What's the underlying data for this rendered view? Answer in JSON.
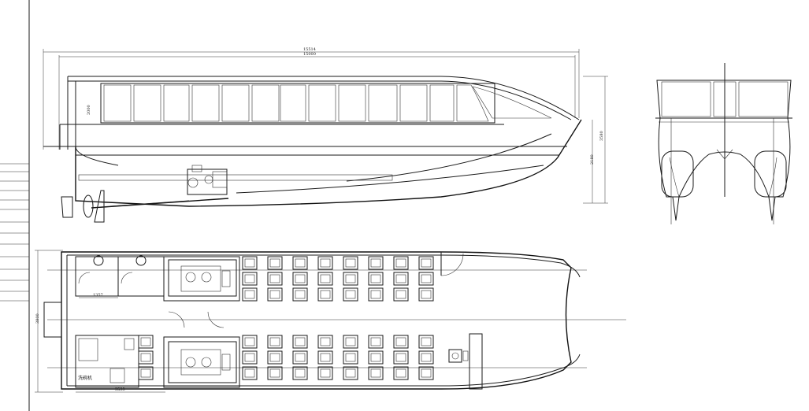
{
  "dimensions": {
    "overall_length": "15514",
    "waterline_length": "15000",
    "profile_cabin_height": "2000",
    "profile_total_height": "3580",
    "profile_hull_height": "2180",
    "plan_beam": "3800",
    "toilet_width": "1357",
    "bottom_segment": "3533"
  },
  "labels": {
    "dishwasher": "洗碗机"
  }
}
